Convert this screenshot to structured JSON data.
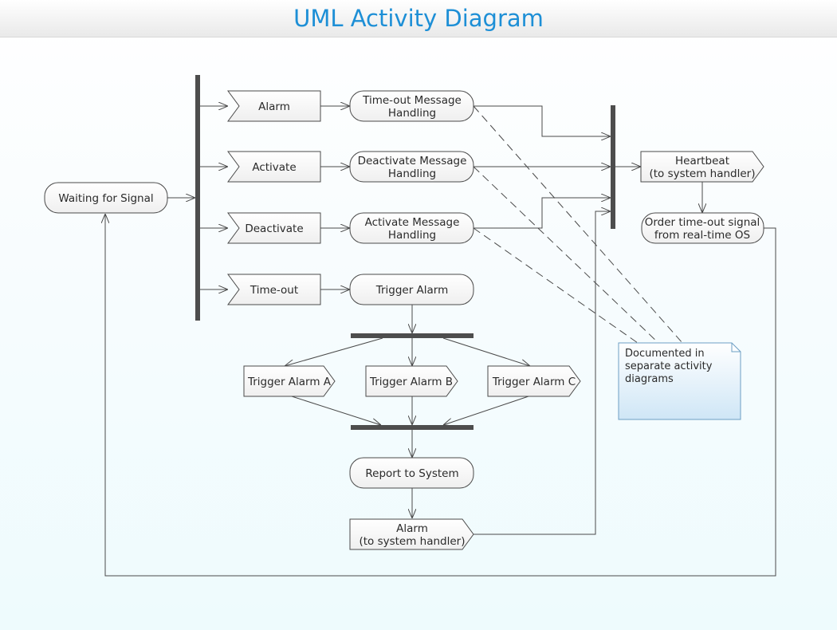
{
  "title": "UML Activity Diagram",
  "nodes": {
    "waiting": "Waiting for Signal",
    "alarm_signal": "Alarm",
    "activate_signal": "Activate",
    "deactivate_signal": "Deactivate",
    "timeout_signal": "Time-out",
    "timeout_handling": [
      "Time-out Message",
      "Handling"
    ],
    "deactivate_handling": [
      "Deactivate Message",
      "Handling"
    ],
    "activate_handling": [
      "Activate Message",
      "Handling"
    ],
    "trigger_alarm": "Trigger Alarm",
    "trigger_a": "Trigger Alarm A",
    "trigger_b": "Trigger Alarm B",
    "trigger_c": "Trigger Alarm C",
    "report": "Report to System",
    "alarm_to_handler": [
      "Alarm",
      "(to system handler)"
    ],
    "heartbeat": [
      "Heartbeat",
      "(to system handler)"
    ],
    "order_timeout": [
      "Order time-out signal",
      "from real-time OS"
    ]
  },
  "note": [
    "Documented in",
    "separate activity",
    "diagrams"
  ],
  "colors": {
    "title": "#1d8fd6",
    "note_fill": "#d8ecf8",
    "note_stroke": "#6d9fc4",
    "line": "#4a4a4a",
    "bar": "#4d4d4d"
  }
}
